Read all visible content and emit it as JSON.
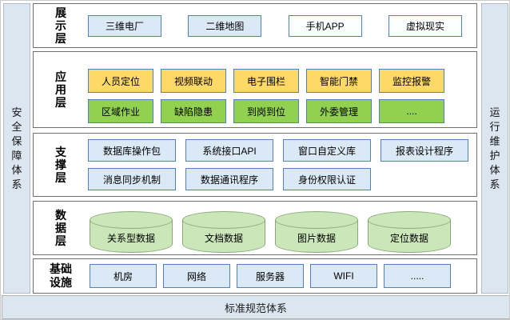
{
  "frame": {
    "left_bar": "安全保障体系",
    "right_bar": "运行维护体系",
    "bottom_bar": "标准规范体系"
  },
  "layers": {
    "display": {
      "label": "展示层",
      "items": [
        "三维电厂",
        "二维地图",
        "手机APP",
        "虚拟现实"
      ]
    },
    "application": {
      "label": "应用层",
      "row1": [
        "人员定位",
        "视频联动",
        "电子围栏",
        "智能门禁",
        "监控报警"
      ],
      "row2": [
        "区域作业",
        "缺陷隐患",
        "到岗到位",
        "外委管理",
        "...."
      ]
    },
    "support": {
      "label": "支撑层",
      "row1": [
        "数据库操作包",
        "系统接口API",
        "窗口自定义库",
        "报表设计程序"
      ],
      "row2": [
        "消息同步机制",
        "数据通讯程序",
        "身份权限认证"
      ]
    },
    "data": {
      "label": "数据层",
      "items": [
        "关系型数据",
        "文档数据",
        "图片数据",
        "定位数据"
      ]
    },
    "infra": {
      "label": "基础设施",
      "items": [
        "机房",
        "网络",
        "服务器",
        "WIFI",
        "....."
      ]
    }
  },
  "colors": {
    "panel_blue": "#dce6f1",
    "box_blue_fill": "#dbe8f5",
    "box_border_blue": "#4f81bd",
    "accent_yellow": "#ffd966",
    "accent_green": "#92d050",
    "cylinder_green": "#cbe7ba",
    "section_border": "#6f6f6f"
  }
}
